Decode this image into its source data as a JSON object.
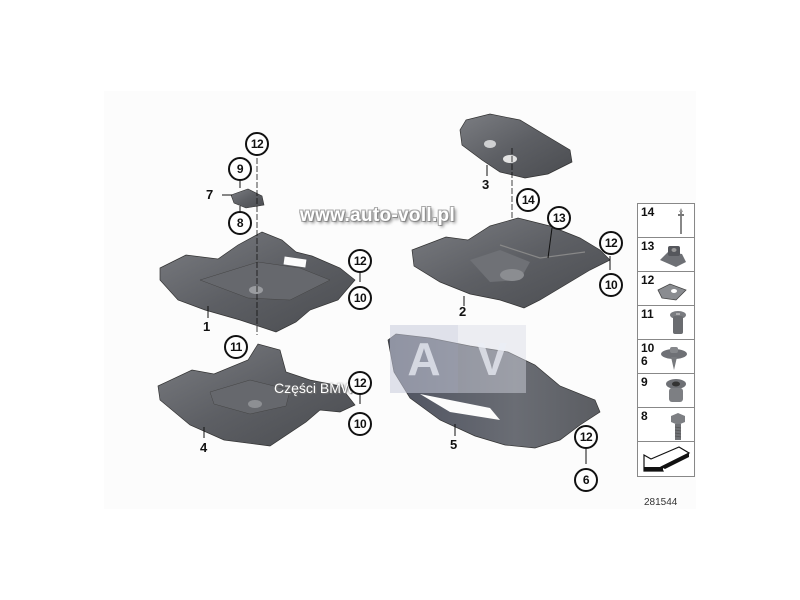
{
  "diagram": {
    "id_number": "281544",
    "watermark_url": "www.auto-voll.pl",
    "watermark_czesci": "Części BMW",
    "av_logo": {
      "letter_a": "A",
      "letter_v": "V"
    },
    "colors": {
      "part_fill": "#5d5f64",
      "part_dark": "#45474b",
      "part_light": "#8a8c90",
      "panel_bg": "#fcfcfc",
      "callout_border": "#111111",
      "av_block": "#c6cbda"
    }
  },
  "parts": [
    {
      "number": "1",
      "name": "underbody-panel-front-left"
    },
    {
      "number": "2",
      "name": "underbody-panel-center"
    },
    {
      "number": "3",
      "name": "cover-plate"
    },
    {
      "number": "4",
      "name": "underbody-panel-front"
    },
    {
      "number": "5",
      "name": "bumper-underbody-trim"
    },
    {
      "number": "6",
      "name": "fastener"
    },
    {
      "number": "7",
      "name": "bracket"
    }
  ],
  "callouts": {
    "c12_top": "12",
    "c9": "9",
    "c7": "7",
    "c8": "8",
    "c1": "1",
    "c12_mid_left": "12",
    "c10_mid_left": "10",
    "c11": "11",
    "c4": "4",
    "c12_low_left": "12",
    "c10_low_left": "10",
    "c3": "3",
    "c14": "14",
    "c13": "13",
    "c2": "2",
    "c12_mid_right": "12",
    "c10_mid_right": "10",
    "c5": "5",
    "c12_low_right": "12",
    "c6": "6"
  },
  "legend": {
    "items": [
      {
        "label": "14",
        "icon": "stud-pin-icon"
      },
      {
        "label": "13",
        "icon": "clip-nut-icon"
      },
      {
        "label": "12",
        "icon": "spring-nut-icon"
      },
      {
        "label": "11",
        "icon": "expanding-rivet-icon"
      },
      {
        "label": "10\n6",
        "label_a": "10",
        "label_b": "6",
        "icon": "washer-screw-icon"
      },
      {
        "label": "9",
        "icon": "grommet-nut-icon"
      },
      {
        "label": "8",
        "icon": "hex-bolt-icon"
      },
      {
        "label": "",
        "icon": "direction-arrow-icon"
      }
    ]
  }
}
